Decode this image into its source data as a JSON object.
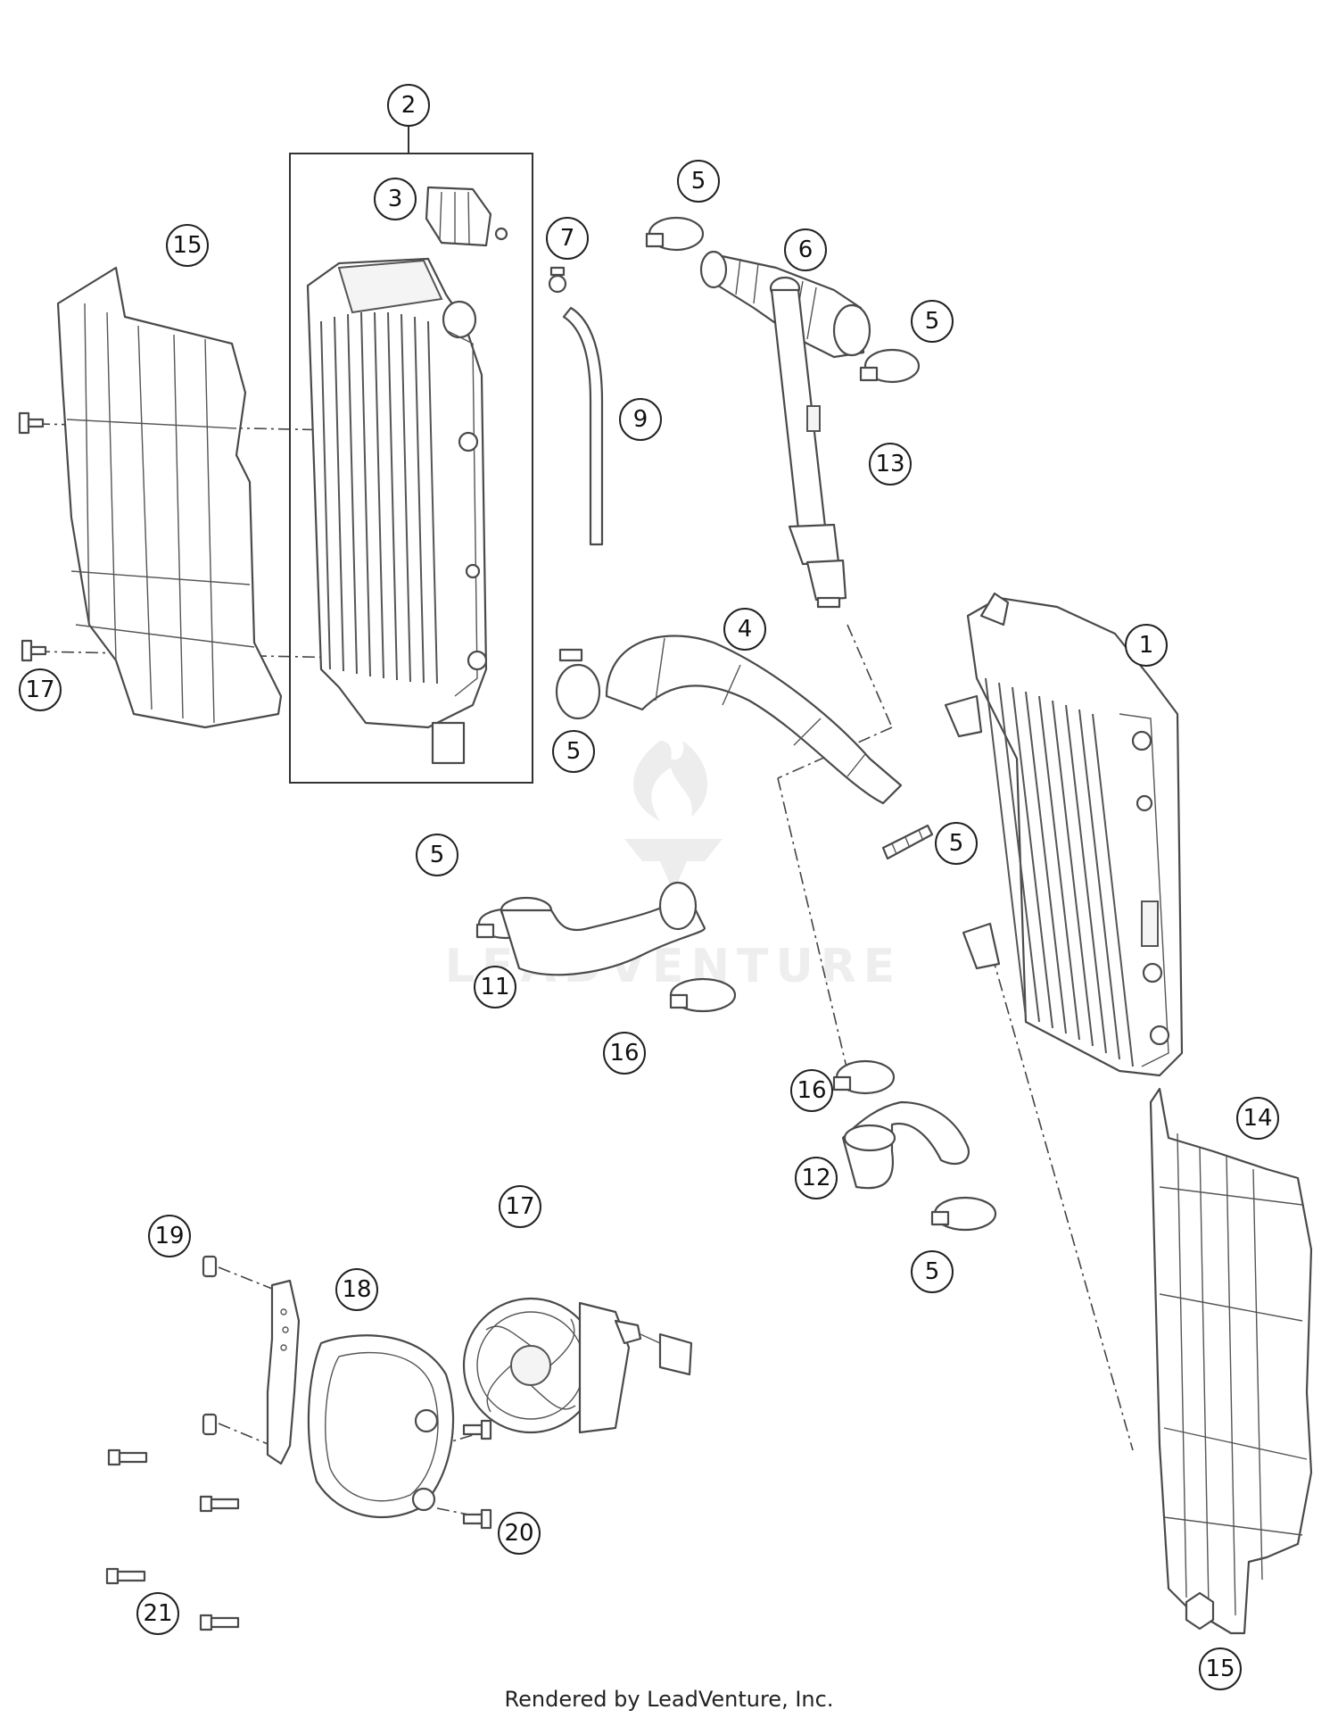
{
  "callouts": [
    "1",
    "2",
    "3",
    "4",
    "5",
    "6",
    "7",
    "9",
    "11",
    "12",
    "13",
    "14",
    "15",
    "16",
    "17",
    "18",
    "19",
    "20",
    "21"
  ],
  "watermark": "LEADVENTURE",
  "footer": "Rendered by LeadVenture, Inc."
}
